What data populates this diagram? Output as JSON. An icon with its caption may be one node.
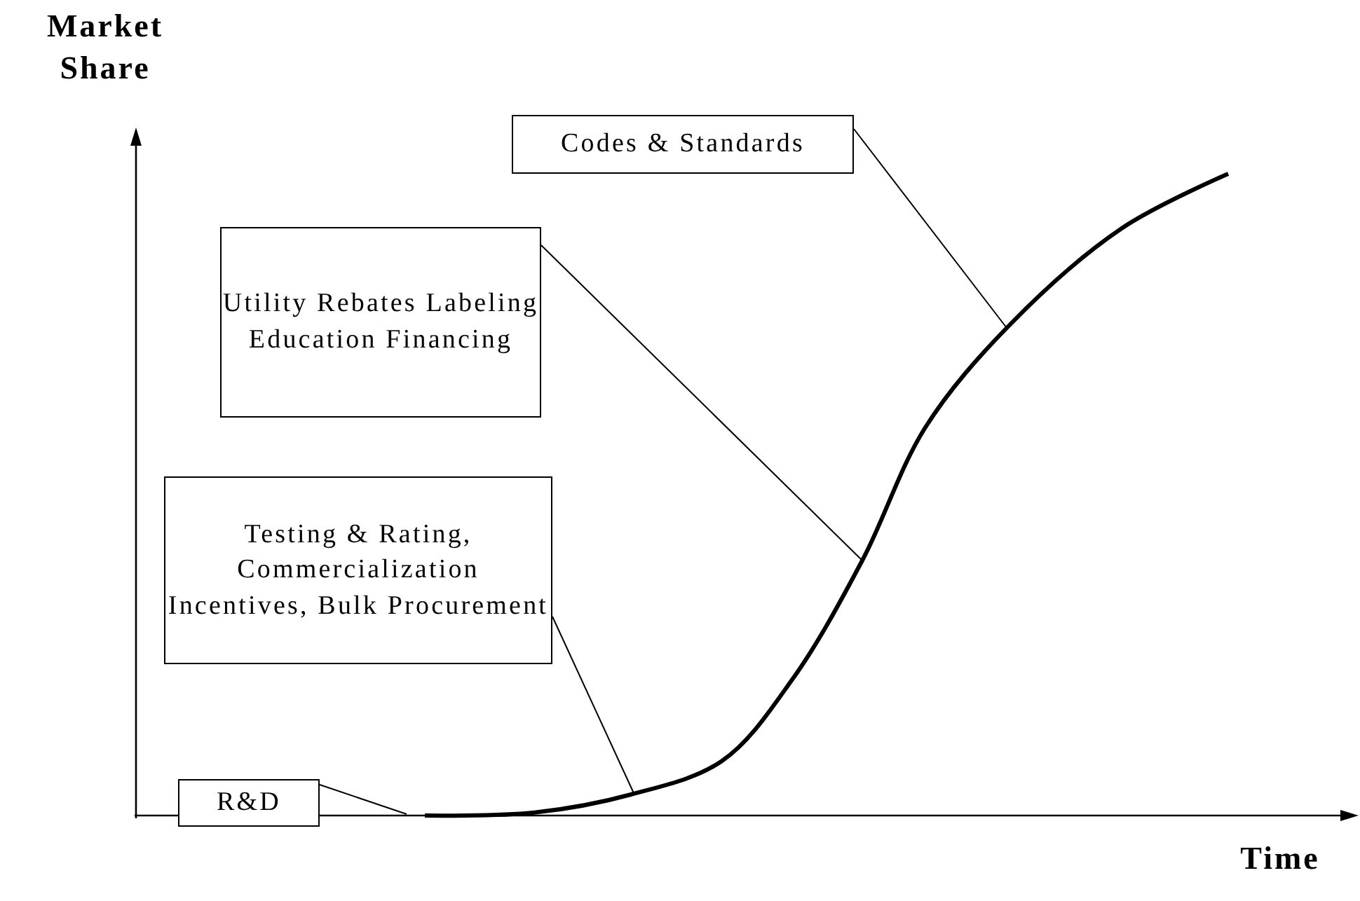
{
  "diagram": {
    "nodes": [
      {
        "text": [
          "Codes & Standards"
        ]
      },
      {
        "text": [
          "Utility Rebates Labeling Education Financing"
        ]
      },
      {
        "text": [
          "Testing & Rating, Commercialization Incentives, Bulk Procurement"
        ]
      },
      {
        "text": [
          "R&D"
        ]
      }
    ],
    "edges": [
      {
        "from": 0,
        "to": null,
        "arrow": "none"
      },
      {
        "from": 1,
        "to": null,
        "arrow": "none"
      },
      {
        "from": 2,
        "to": null,
        "arrow": "none"
      },
      {
        "from": 3,
        "to": null,
        "arrow": "none"
      }
    ],
    "labels": [
      "Market Share",
      "Time"
    ]
  }
}
